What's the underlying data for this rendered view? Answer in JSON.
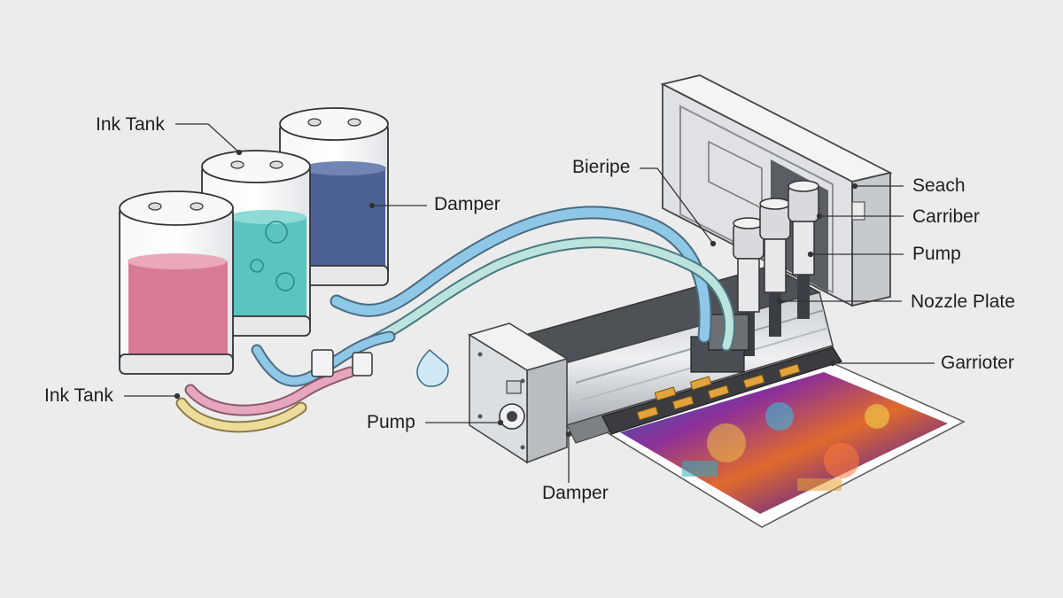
{
  "labels": {
    "ink_tank_top": "Ink Tank",
    "ink_tank_left": "Ink Tank",
    "damper_top": "Damper",
    "damper_bottom": "Damper",
    "bieripe": "Bieripe",
    "pump_left": "Pump",
    "pump_right": "Pump",
    "seach": "Seach",
    "carriber": "Carriber",
    "nozzle_plate": "Nozzle Plate",
    "garrioter": "Garrioter"
  },
  "colors": {
    "background": "#ececec",
    "ink_pink": "#d97a94",
    "ink_teal": "#5cc3c0",
    "ink_blue": "#4c6296",
    "tube_blue": "#8fc8e6",
    "tube_pink": "#e7a6bf",
    "tube_yellow": "#eedc9a",
    "outline": "#333333",
    "housing": "#dfe1e4"
  }
}
